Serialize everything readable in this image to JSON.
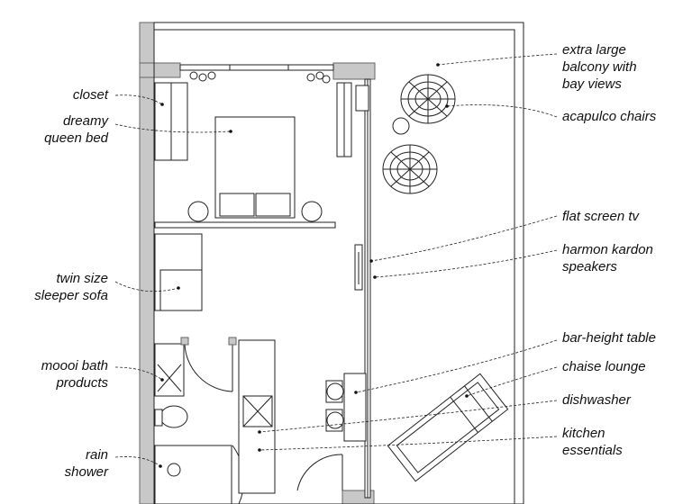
{
  "labels": {
    "closet": "closet",
    "bed_line1": "dreamy",
    "bed_line2": "queen bed",
    "sofa_line1": "twin size",
    "sofa_line2": "sleeper sofa",
    "bath_line1": "moooi bath",
    "bath_line2": "products",
    "shower_line1": "rain",
    "shower_line2": "shower",
    "balcony_line1": "extra large",
    "balcony_line2": "balcony with",
    "balcony_line3": "bay views",
    "chairs": "acapulco chairs",
    "tv": "flat screen tv",
    "speakers_line1": "harmon kardon",
    "speakers_line2": "speakers",
    "table": "bar-height table",
    "chaise": "chaise lounge",
    "dishwasher": "dishwasher",
    "kitchen_line1": "kitchen",
    "kitchen_line2": "essentials"
  },
  "colors": {
    "wall_fill": "#c8c8c8",
    "line": "#222222",
    "background": "#ffffff"
  }
}
